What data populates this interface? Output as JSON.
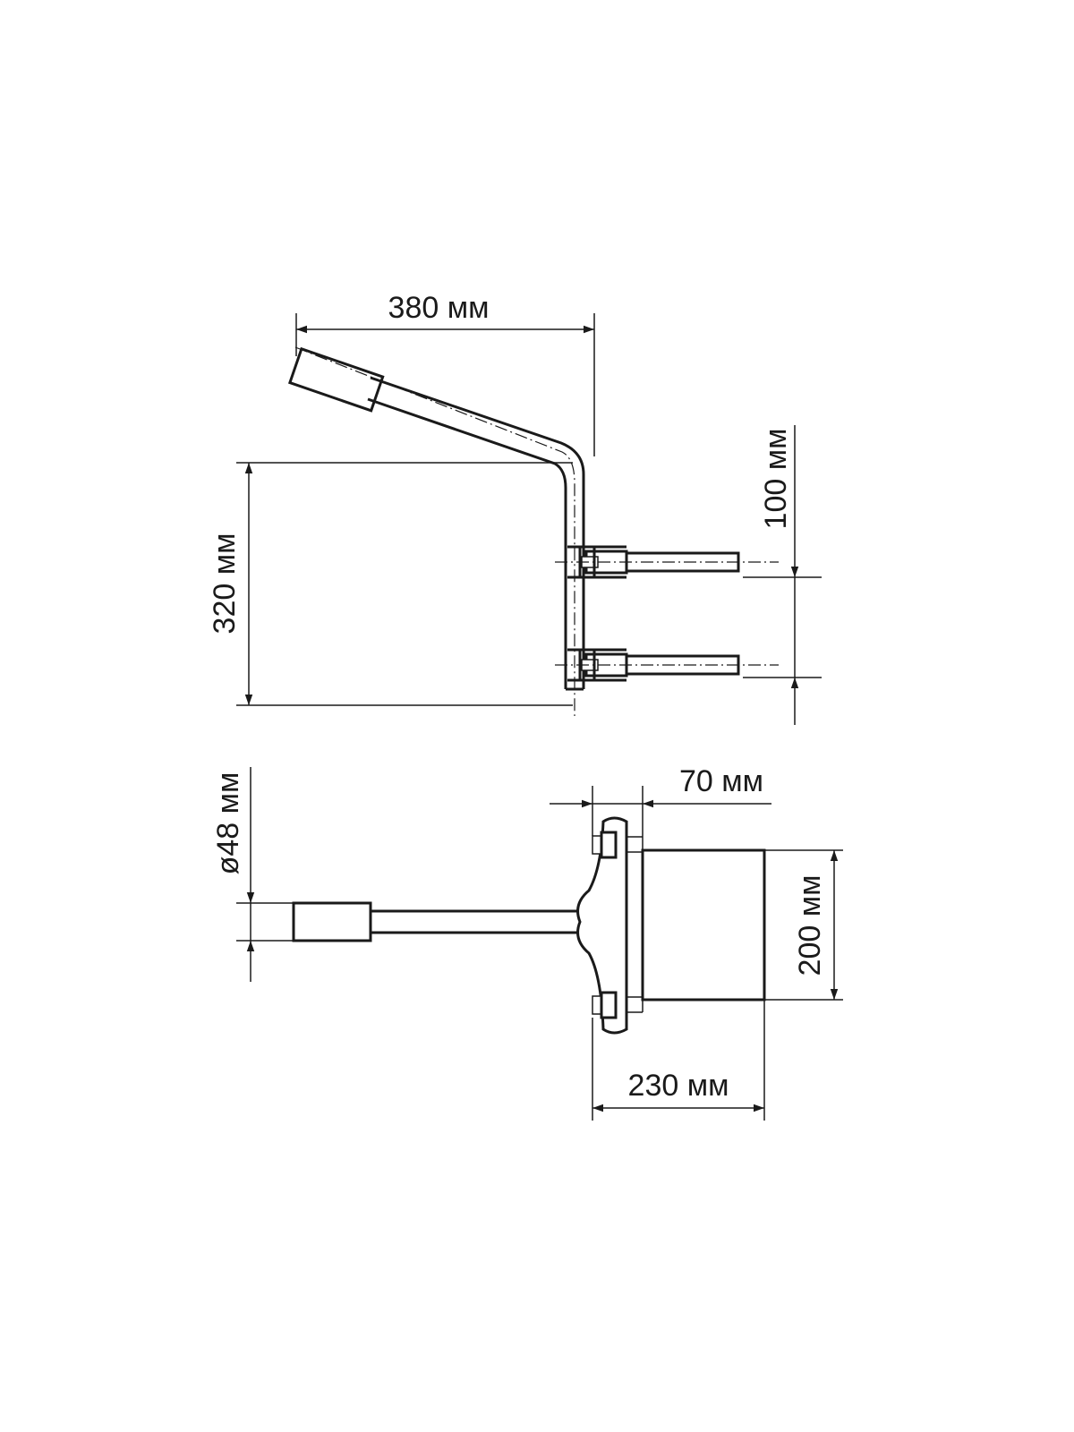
{
  "dimensions": {
    "arm_length": "380 мм",
    "bracket_spacing": "100 мм",
    "height": "320 мм",
    "pipe_diameter": "ø48 мм",
    "plate_offset": "70 мм",
    "plate_height": "200 мм",
    "total_depth": "230 мм"
  }
}
